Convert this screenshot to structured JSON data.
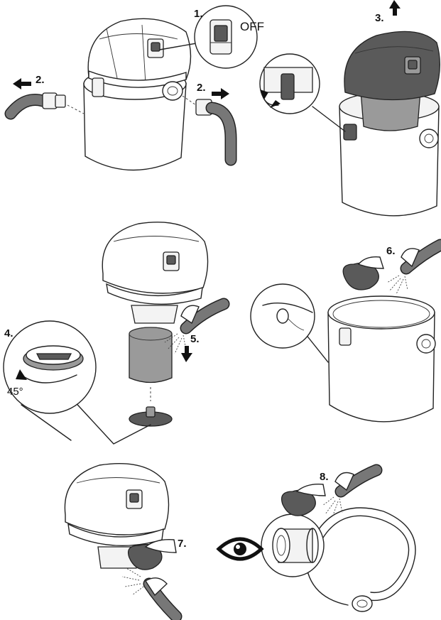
{
  "steps": {
    "s1": "1.",
    "s2a": "2.",
    "s2b": "2.",
    "s3": "3.",
    "s4": "4.",
    "s5": "5.",
    "s6": "6.",
    "s7": "7.",
    "s8": "8."
  },
  "labels": {
    "off": "OFF",
    "angle": "45°"
  }
}
